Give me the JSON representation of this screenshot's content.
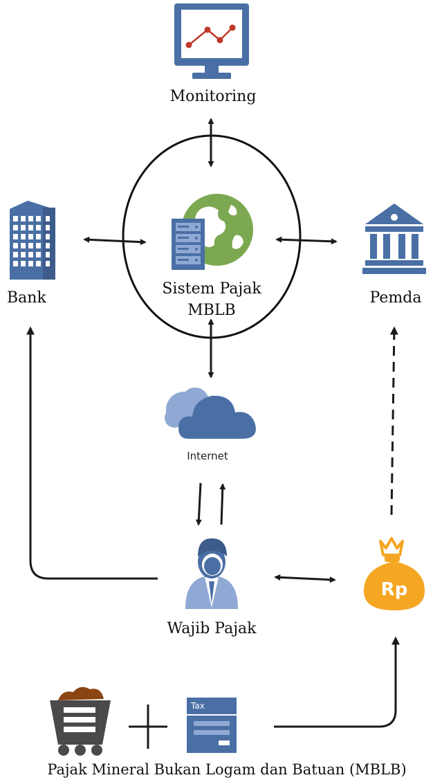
{
  "nodes": {
    "monitoring": "Monitoring",
    "bank": "Bank",
    "system_line1": "Sistem Pajak",
    "system_line2": "MBLB",
    "pemda": "Pemda",
    "internet": "Internet",
    "wajib_pajak": "Wajib Pajak",
    "rp": "Rp",
    "tax": "Tax"
  },
  "caption": "Pajak Mineral Bukan Logam dan Batuan (MBLB)",
  "colors": {
    "blue": "#4a6fa5",
    "blue_light": "#8fa8d4",
    "green": "#7ba851",
    "red": "#c0392b",
    "orange": "#f5a623",
    "brown": "#8b4513"
  },
  "icons": [
    "monitor-chart-icon",
    "bank-building-icon",
    "server-globe-icon",
    "government-building-icon",
    "cloud-icon",
    "person-icon",
    "money-bag-icon",
    "mining-cart-icon",
    "tax-form-icon"
  ]
}
